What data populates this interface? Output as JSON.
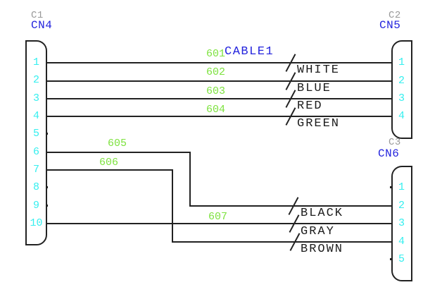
{
  "diagram": {
    "cable_label": "CABLE1",
    "connectors": {
      "cn4": {
        "ref": "C1",
        "name": "CN4",
        "pins": [
          "1",
          "2",
          "3",
          "4",
          "5",
          "6",
          "7",
          "8",
          "9",
          "10"
        ]
      },
      "cn5": {
        "ref": "C2",
        "name": "CN5",
        "pins": [
          "1",
          "2",
          "3",
          "4"
        ]
      },
      "cn6": {
        "ref": "C3",
        "name": "CN6",
        "pins": [
          "1",
          "2",
          "3",
          "4",
          "5"
        ]
      }
    },
    "wires": {
      "w601": {
        "number": "601",
        "color_label": "WHITE",
        "from": "CN4 pin 1",
        "to": "CN5 pin 1"
      },
      "w602": {
        "number": "602",
        "color_label": "BLUE",
        "from": "CN4 pin 2",
        "to": "CN5 pin 2"
      },
      "w603": {
        "number": "603",
        "color_label": "RED",
        "from": "CN4 pin 3",
        "to": "CN5 pin 3"
      },
      "w604": {
        "number": "604",
        "color_label": "GREEN",
        "from": "CN4 pin 4",
        "to": "CN5 pin 4"
      },
      "w605": {
        "number": "605",
        "color_label": "BLACK",
        "from": "CN4 pin 6",
        "to": "CN6 pin 2"
      },
      "w606": {
        "number": "606",
        "color_label": "BROWN",
        "from": "CN4 pin 7",
        "to": "CN6 pin 4"
      },
      "w607": {
        "number": "607",
        "color_label": "GRAY",
        "from": "CN4 pin 10",
        "to": "CN6 pin 3"
      }
    },
    "palette": {
      "line": "#222222",
      "wire_number_green": "#7de23e",
      "pin_number_cyan": "#35efef",
      "connector_name_blue": "#2424dd",
      "connector_ref_gray": "#999999",
      "background": "#ffffff"
    }
  }
}
